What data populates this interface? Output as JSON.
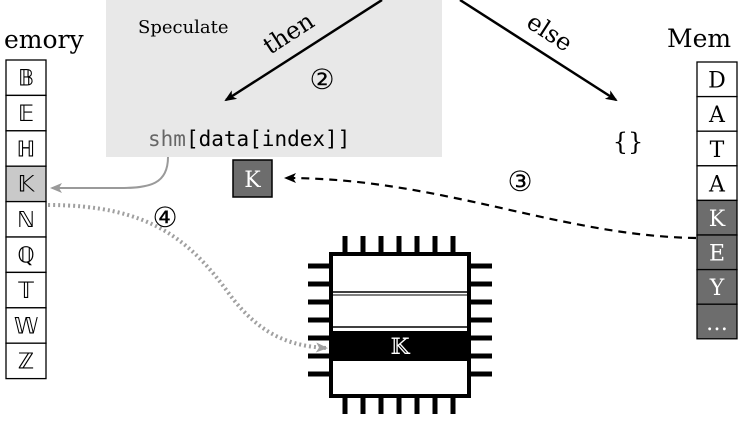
{
  "left_memory": {
    "label": "emory",
    "cells": [
      "𝔹",
      "𝔼",
      "ℍ",
      "𝕂",
      "ℕ",
      "ℚ",
      "𝕋",
      "𝕎",
      "ℤ"
    ],
    "highlight_index": 3
  },
  "right_memory": {
    "label": "Mem",
    "cells": [
      "D",
      "A",
      "T",
      "A",
      "K",
      "E",
      "Y",
      "…"
    ],
    "dark_from_index": 4
  },
  "speculate": {
    "title": "Speculate",
    "code_prefix": "shm",
    "code_rest": "[data[index]]"
  },
  "branches": {
    "then_label": "then",
    "else_label": "else",
    "else_body": "{}"
  },
  "cached_value": "K",
  "cpu_cache": {
    "highlight_label": "𝕂"
  },
  "steps": {
    "step2": "②",
    "step3": "③",
    "step4": "④"
  },
  "colors": {
    "speculate_bg": "#e8e8e8",
    "dark_cell": "#6d6d6d",
    "highlight_cell": "#c9c9c9",
    "gray_arrow": "#9a9a9a",
    "dotted_arrow": "#a0a0a0"
  }
}
